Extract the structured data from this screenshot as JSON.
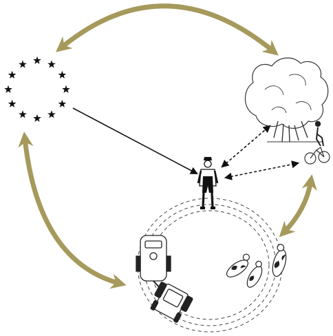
{
  "colors": {
    "cycle_arrow": "#a59a5c",
    "ink": "#111111",
    "outline": "#333333",
    "background": "#ffffff"
  },
  "nodes": [
    {
      "id": "eu",
      "icon": "eu-stars-circle-icon"
    },
    {
      "id": "nature",
      "icon": "tree-and-cyclist-icon"
    },
    {
      "id": "farmer",
      "icon": "farmer-icon"
    },
    {
      "id": "farm",
      "icon": "tractor-and-cows-icon"
    }
  ],
  "relations": [
    {
      "from": "eu",
      "to": "nature",
      "style": "curved-double-arrow"
    },
    {
      "from": "eu",
      "to": "farm",
      "style": "curved-double-arrow"
    },
    {
      "from": "nature",
      "to": "farm",
      "style": "curved-double-arrow"
    },
    {
      "from": "eu",
      "to": "farmer",
      "style": "solid-arrow"
    },
    {
      "from": "farmer",
      "to": "nature",
      "style": "dashed-double-arrow"
    }
  ]
}
